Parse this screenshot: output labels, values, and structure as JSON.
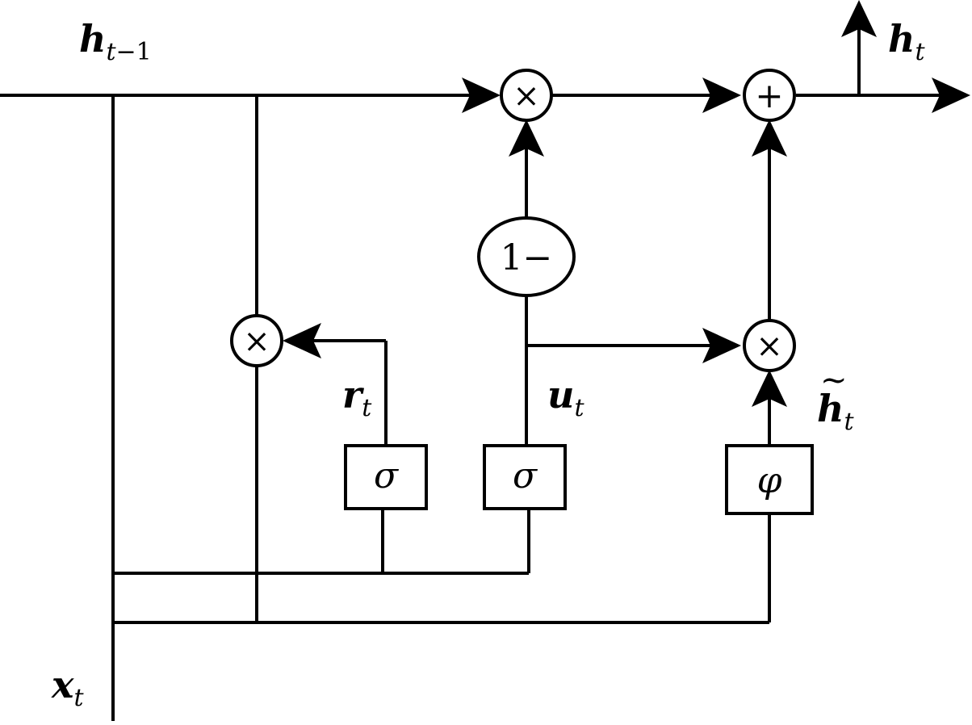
{
  "labels": {
    "h_prev": {
      "main": "h",
      "sub_var": "t",
      "sub_rest": "−1"
    },
    "h_out": {
      "main": "h",
      "sub": "t"
    },
    "x_in": {
      "main": "x",
      "sub": "t"
    },
    "reset": {
      "main": "r",
      "sub": "t"
    },
    "update": {
      "main": "u",
      "sub": "t"
    },
    "candidate": {
      "main": "h",
      "sub": "t",
      "accent": "~"
    }
  },
  "operators": {
    "multiply": "×",
    "add": "+",
    "one_minus": "1−"
  },
  "gates": {
    "reset_activation": "σ",
    "update_activation": "σ",
    "candidate_activation": "φ"
  }
}
